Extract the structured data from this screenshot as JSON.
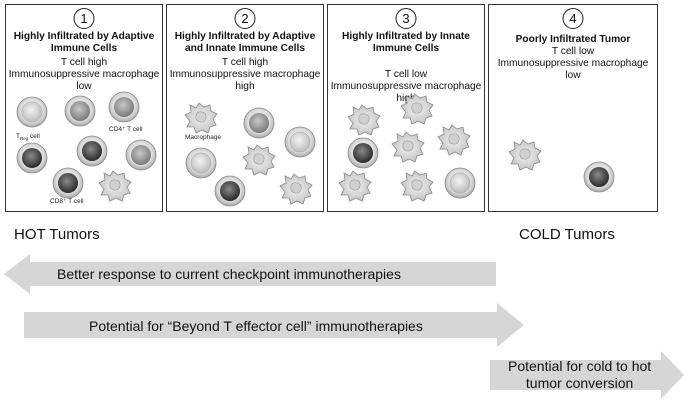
{
  "panels": [
    {
      "number": "1",
      "title": "Highly Infiltrated by Adaptive Immune Cells",
      "title_lines": [
        "Highly Infiltrated by Adaptive",
        "Immune Cells"
      ],
      "lines": [
        "T cell high",
        "Immunosuppressive macrophage",
        "low"
      ],
      "cell_labels": {
        "treg_prefix": "T",
        "treg_sub": "Reg",
        "treg_suffix": " cell",
        "cd4": "CD4⁺ T cell",
        "cd8": "CD8⁺ T cell"
      }
    },
    {
      "number": "2",
      "title": "Highly Infiltrated by Adaptive and Innate Immune Cells",
      "title_lines": [
        "Highly Infiltrated by Adaptive",
        "and Innate Immune Cells"
      ],
      "lines": [
        "T cell high",
        "Immunosuppressive macrophage",
        "high"
      ],
      "cell_labels": {
        "macrophage": "Macrophage"
      }
    },
    {
      "number": "3",
      "title": "Highly Infiltrated by Innate Immune Cells",
      "title_lines": [
        "Highly Infiltrated by Innate",
        "Immune Cells"
      ],
      "lines": [
        "T cell low",
        "Immunosuppressive macrophage",
        "high"
      ]
    },
    {
      "number": "4",
      "title": "Poorly Infiltrated Tumor",
      "title_lines": [
        "Poorly Infiltrated Tumor"
      ],
      "lines": [
        "T cell low",
        "Immunosuppressive macrophage",
        "low"
      ]
    }
  ],
  "hot_label": "HOT Tumors",
  "cold_label": "COLD Tumors",
  "arrows": [
    {
      "text": "Better response to current checkpoint immunotherapies",
      "direction": "left"
    },
    {
      "text": "Potential for “Beyond T effector cell” immunotherapies",
      "direction": "right"
    },
    {
      "text_lines": [
        "Potential for cold to hot",
        "tumor conversion"
      ],
      "direction": "right"
    }
  ],
  "colors": {
    "arrow": "#d6d6d6",
    "border": "#333333"
  }
}
